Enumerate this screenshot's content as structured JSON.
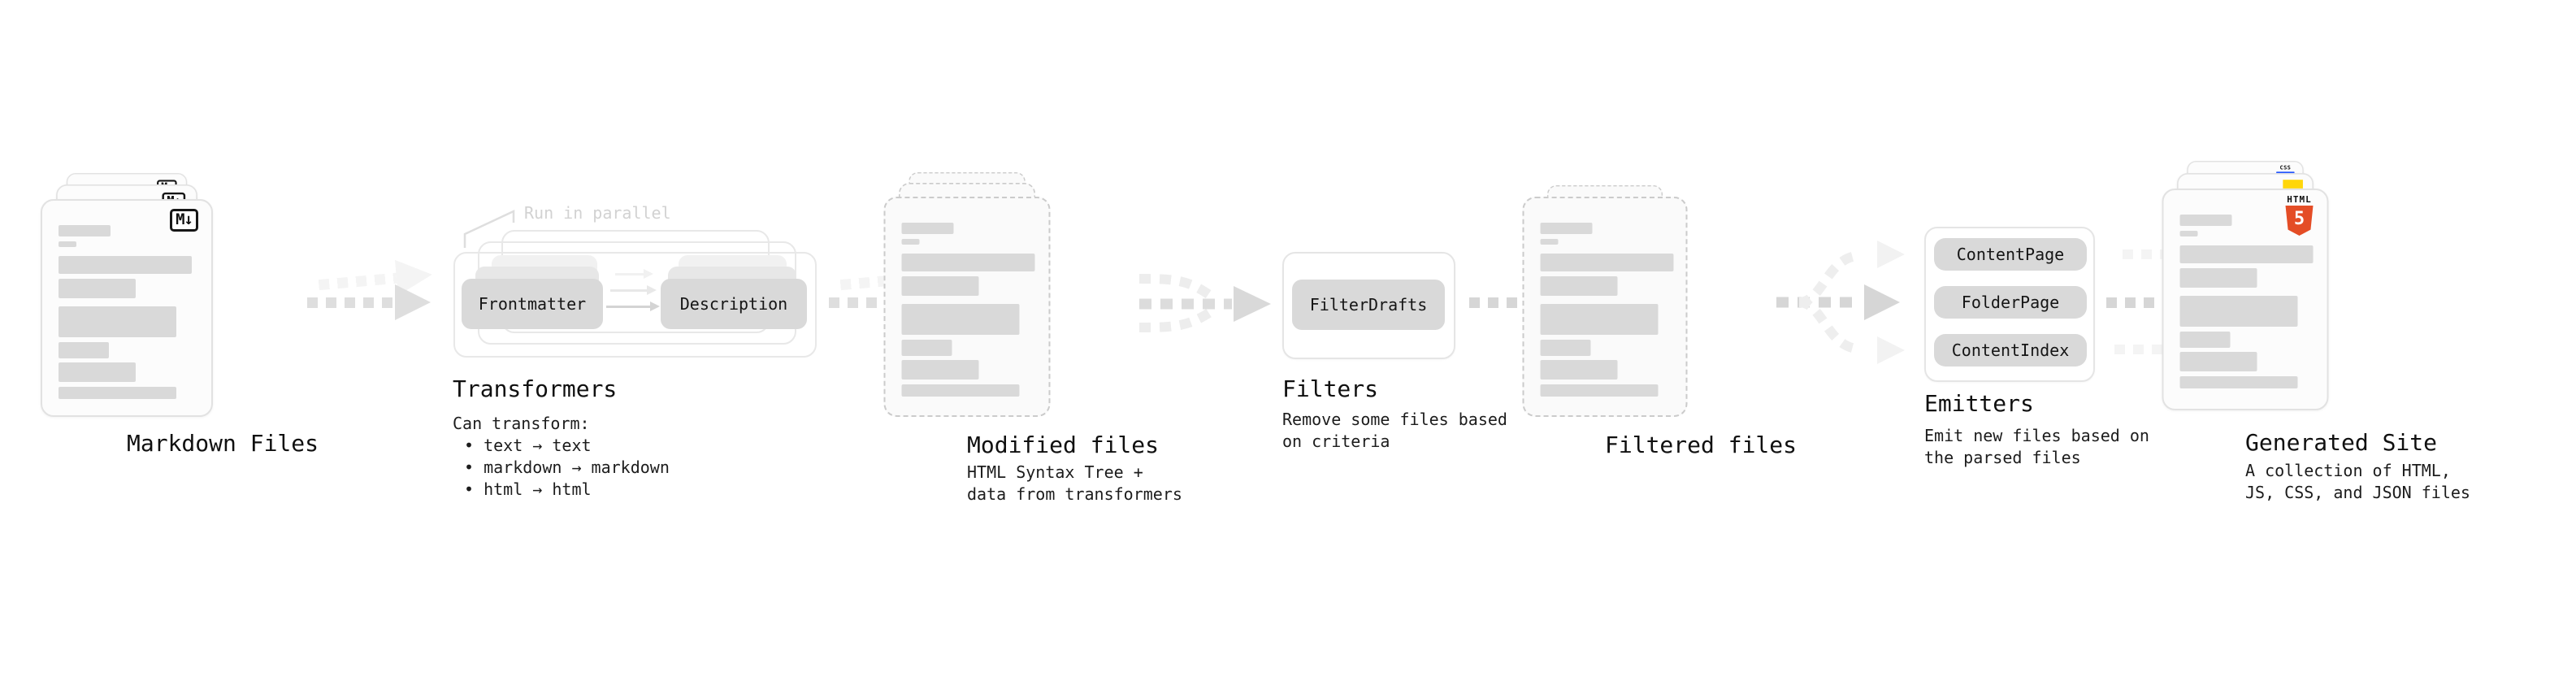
{
  "stages": {
    "markdown_files": {
      "label": "Markdown Files",
      "badge": "M↓"
    },
    "transformers": {
      "annotation": "Run in parallel",
      "heading": "Transformers",
      "nodes": {
        "frontmatter": "Frontmatter",
        "description": "Description"
      },
      "desc_title": "Can transform:",
      "bullets": [
        "• text → text",
        "• markdown → markdown",
        "• html → html"
      ]
    },
    "modified_files": {
      "label": "Modified files",
      "desc_line1": "HTML Syntax Tree +",
      "desc_line2": "data from transformers"
    },
    "filters": {
      "heading": "Filters",
      "node": "FilterDrafts",
      "desc_line1": "Remove some files based",
      "desc_line2": "on criteria"
    },
    "filtered_files": {
      "label": "Filtered files"
    },
    "emitters": {
      "heading": "Emitters",
      "nodes": [
        "ContentPage",
        "FolderPage",
        "ContentIndex"
      ],
      "desc_line1": "Emit new files based on",
      "desc_line2": "the parsed files"
    },
    "generated_site": {
      "label": "Generated Site",
      "badge_html": "HTML",
      "badge_html5": "5",
      "badge_css": "CSS",
      "desc_line1": "A collection of HTML,",
      "desc_line2": "JS, CSS, and JSON files"
    }
  },
  "colors": {
    "html5_orange": "#e44d26",
    "js_yellow": "#ffd60a",
    "css_blue": "#2b5cff",
    "node_gray": "#d9d9d9",
    "arrow_gray": "#d6d6d6",
    "arrow_light": "#f4f4f4"
  }
}
